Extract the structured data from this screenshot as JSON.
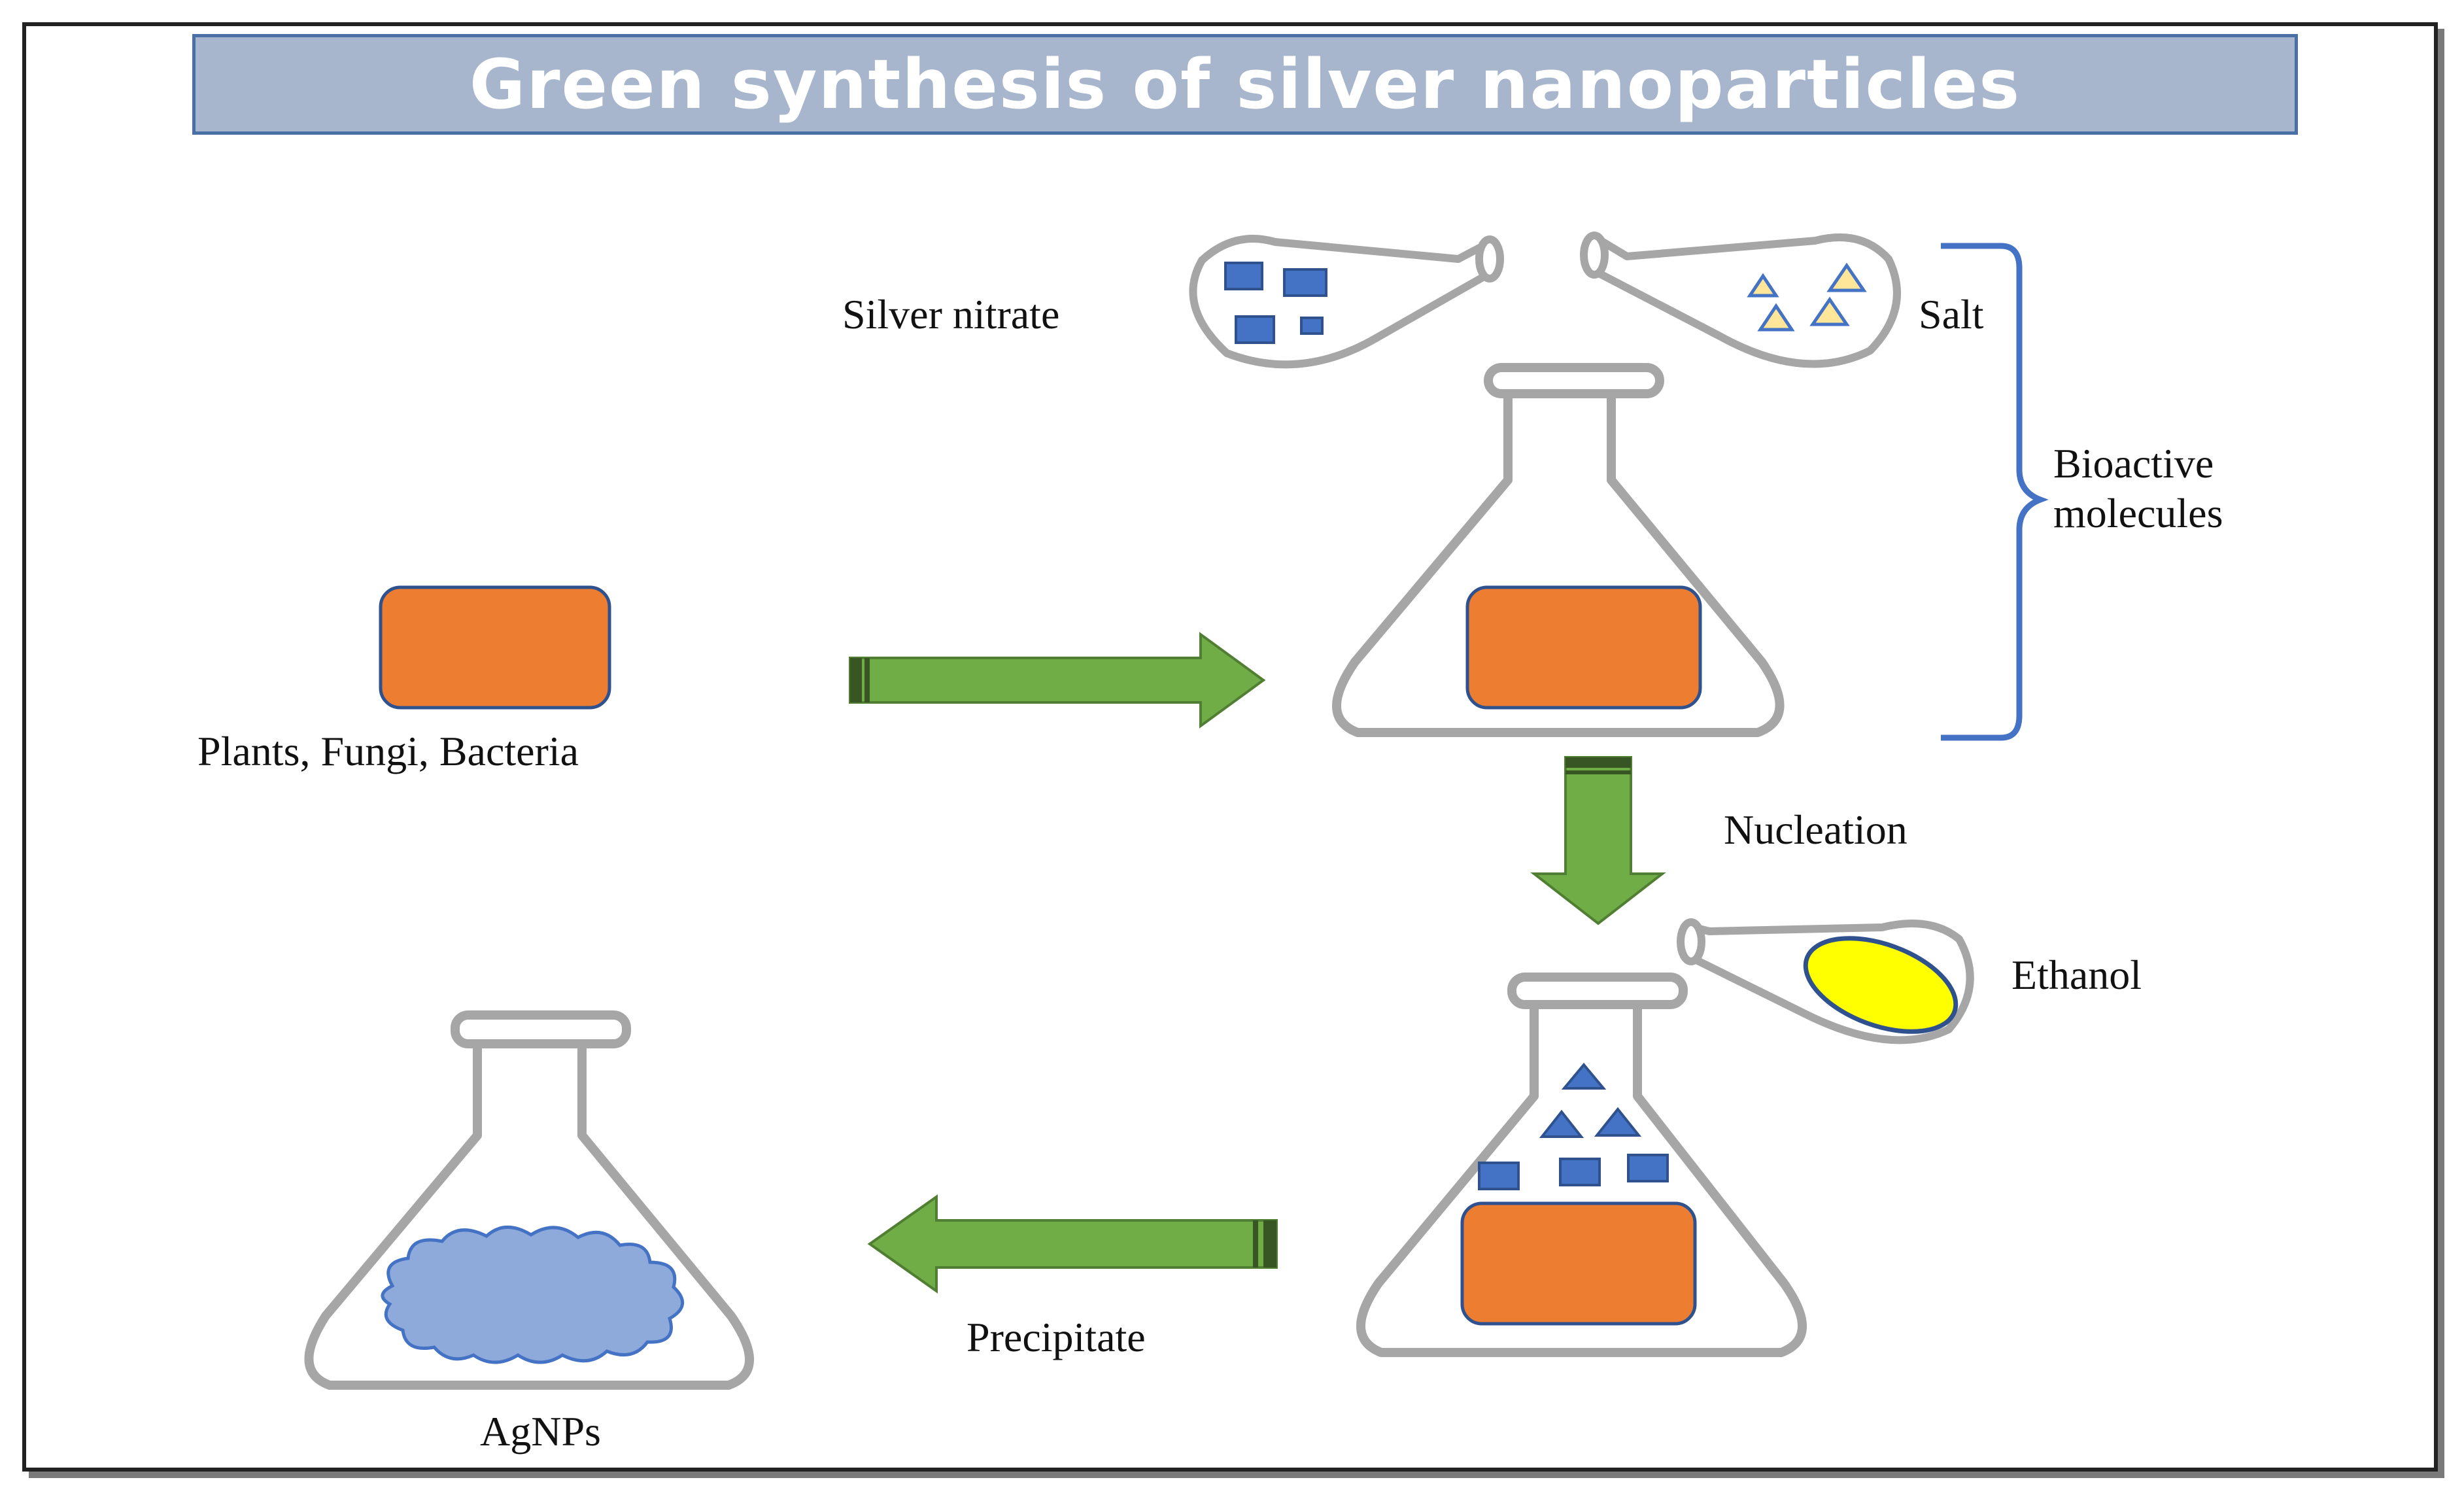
{
  "title": "Green synthesis of silver nanoparticles",
  "labels": {
    "silver_nitrate": "Silver nitrate",
    "salt": "Salt",
    "bioactive_line1": "Bioactive",
    "bioactive_line2": "molecules",
    "source": "Plants, Fungi, Bacteria",
    "nucleation": "Nucleation",
    "ethanol": "Ethanol",
    "precipitate": "Precipitate",
    "product": "AgNPs"
  },
  "colors": {
    "biomass": "#ed7d31",
    "arrow": "#70ad47",
    "particles": "#4472c4",
    "salt_crystals": "#ffe699",
    "ethanol": "#ffff00",
    "nanoparticles": "#8eaadb",
    "glass": "#a6a6a6",
    "banner": "#a7b6cd"
  }
}
